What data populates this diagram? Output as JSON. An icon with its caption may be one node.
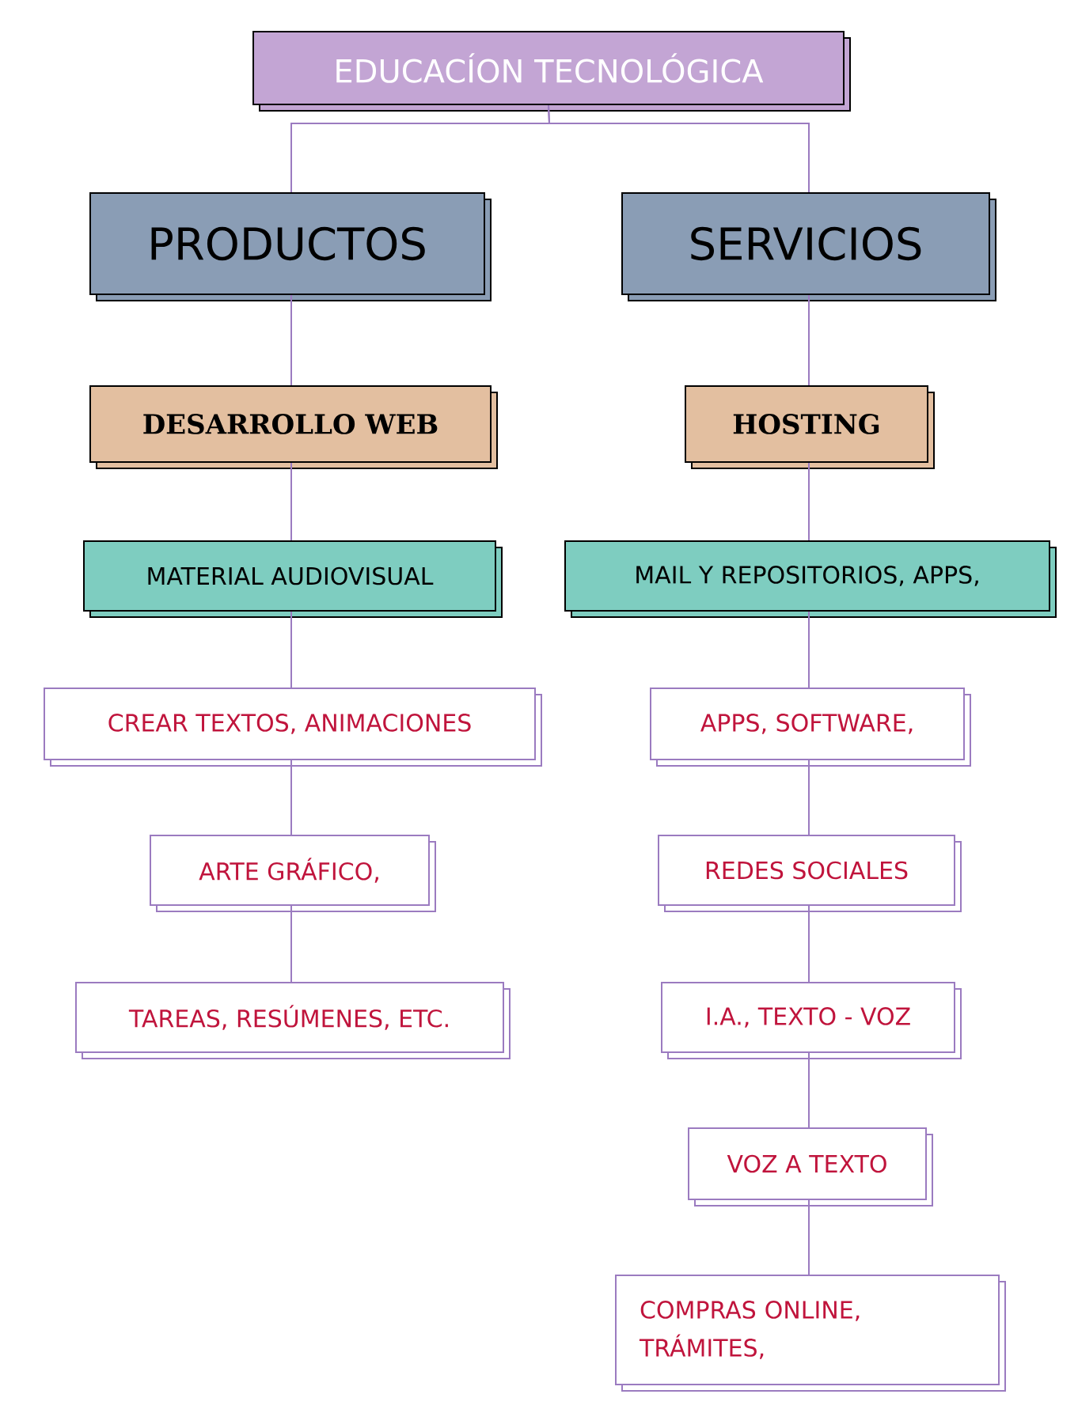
{
  "diagram": {
    "nodes": [
      {
        "text": [
          "EDUCACÍON TECNOLÓGICA"
        ]
      },
      {
        "text": [
          "PRODUCTOS"
        ]
      },
      {
        "text": [
          "SERVICIOS"
        ]
      },
      {
        "text": [
          "DESARROLLO WEB"
        ]
      },
      {
        "text": [
          "HOSTING"
        ]
      },
      {
        "text": [
          "MATERIAL AUDIOVISUAL"
        ]
      },
      {
        "text": [
          "MAIL Y REPOSITORIOS, APPS,"
        ]
      },
      {
        "text": [
          "CREAR TEXTOS, ANIMACIONES"
        ]
      },
      {
        "text": [
          "APPS, SOFTWARE,"
        ]
      },
      {
        "text": [
          "ARTE GRÁFICO,"
        ]
      },
      {
        "text": [
          "REDES SOCIALES"
        ]
      },
      {
        "text": [
          "TAREAS, RESÚMENES, ETC."
        ]
      },
      {
        "text": [
          "I.A., TEXTO - VOZ"
        ]
      },
      {
        "text": [
          "VOZ A TEXTO"
        ]
      },
      {
        "text": [
          "COMPRAS ONLINE, TRÁMITES,"
        ]
      }
    ],
    "edges": [
      {
        "from": 0,
        "to": 1,
        "arrow": "none"
      },
      {
        "from": 0,
        "to": 2,
        "arrow": "none"
      },
      {
        "from": 1,
        "to": 3,
        "arrow": "none"
      },
      {
        "from": 3,
        "to": 5,
        "arrow": "none"
      },
      {
        "from": 5,
        "to": 7,
        "arrow": "none"
      },
      {
        "from": 7,
        "to": 9,
        "arrow": "none"
      },
      {
        "from": 9,
        "to": 11,
        "arrow": "none"
      },
      {
        "from": 2,
        "to": 4,
        "arrow": "none"
      },
      {
        "from": 4,
        "to": 6,
        "arrow": "none"
      },
      {
        "from": 6,
        "to": 8,
        "arrow": "none"
      },
      {
        "from": 8,
        "to": 10,
        "arrow": "none"
      },
      {
        "from": 10,
        "to": 12,
        "arrow": "none"
      },
      {
        "from": 12,
        "to": 13,
        "arrow": "none"
      },
      {
        "from": 13,
        "to": 14,
        "arrow": "none"
      }
    ]
  }
}
